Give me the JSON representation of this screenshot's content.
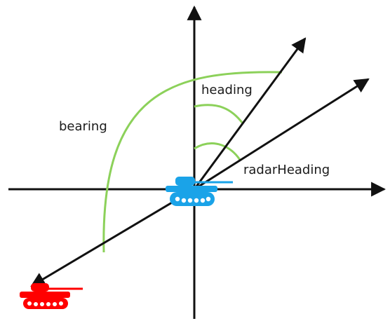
{
  "diagram": {
    "labels": {
      "bearing": "bearing",
      "heading": "heading",
      "radar_heading": "radarHeading"
    },
    "colors": {
      "axis": "#111111",
      "arc": "#8cd15a",
      "own_tank": "#1aa3e8",
      "enemy_tank": "#ff0000"
    }
  }
}
